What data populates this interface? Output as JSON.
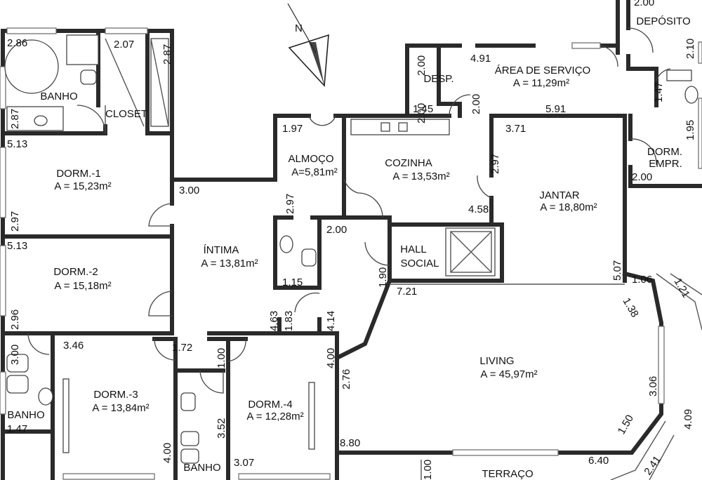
{
  "rooms": [
    {
      "id": "banho-1",
      "name": "BANHO",
      "area": ""
    },
    {
      "id": "closet",
      "name": "CLOSET",
      "area": ""
    },
    {
      "id": "dorm-1",
      "name": "DORM.-1",
      "area": "A = 15,23m²"
    },
    {
      "id": "dorm-2",
      "name": "DORM.-2",
      "area": "A = 15,18m²"
    },
    {
      "id": "dorm-3",
      "name": "DORM.-3",
      "area": "A = 13,84m²"
    },
    {
      "id": "dorm-4",
      "name": "DORM.-4",
      "area": "A = 12,28m²"
    },
    {
      "id": "banho-2",
      "name": "BANHO",
      "area": ""
    },
    {
      "id": "banho-3",
      "name": "BANHO",
      "area": ""
    },
    {
      "id": "intima",
      "name": "ÍNTIMA",
      "area": "A = 13,81m²"
    },
    {
      "id": "almoco",
      "name": "ALMOÇO",
      "area": "A=5,81m²"
    },
    {
      "id": "cozinha",
      "name": "COZINHA",
      "area": "A = 13,53m²"
    },
    {
      "id": "desp",
      "name": "DESP.",
      "area": ""
    },
    {
      "id": "area-servico",
      "name": "ÁREA DE SERVIÇO",
      "area": "A = 11,29m²"
    },
    {
      "id": "deposito",
      "name": "DEPÓSITO",
      "area": ""
    },
    {
      "id": "dorm-empr",
      "name": "DORM.",
      "area": "EMPR."
    },
    {
      "id": "jantar",
      "name": "JANTAR",
      "area": "A = 18,80m²"
    },
    {
      "id": "hall-social",
      "name": "HALL",
      "area": "SOCIAL"
    },
    {
      "id": "living",
      "name": "LIVING",
      "area": "A = 45,97m²"
    },
    {
      "id": "terraco",
      "name": "TERRAÇO",
      "area": ""
    }
  ],
  "dimensions": [
    "2.86",
    "2.07",
    "2.87",
    "2.87",
    "5.13",
    "2.97",
    "3.00",
    "5.13",
    "2.96",
    "3.00",
    "3.46",
    "1.47",
    "1.72",
    "1.00",
    "4.00",
    "3.52",
    "3.07",
    "4.00",
    "4.63",
    "1.83",
    "4.14",
    "2.76",
    "8.80",
    "1.97",
    "2.97",
    "1.15",
    "2.00",
    "1.90",
    "7.21",
    "4.58",
    "2.97",
    "2.00",
    "2.00",
    "1.45",
    "2.00",
    "4.91",
    "5.91",
    "3.71",
    "1.47",
    "1.95",
    "2.00",
    "2.00",
    "2.10",
    "5.07",
    "1.06",
    "1.21",
    "1.38",
    "3.06",
    "1.50",
    "4.09",
    "6.40",
    "2.41",
    "1.00"
  ],
  "compass": {
    "label": "N"
  }
}
